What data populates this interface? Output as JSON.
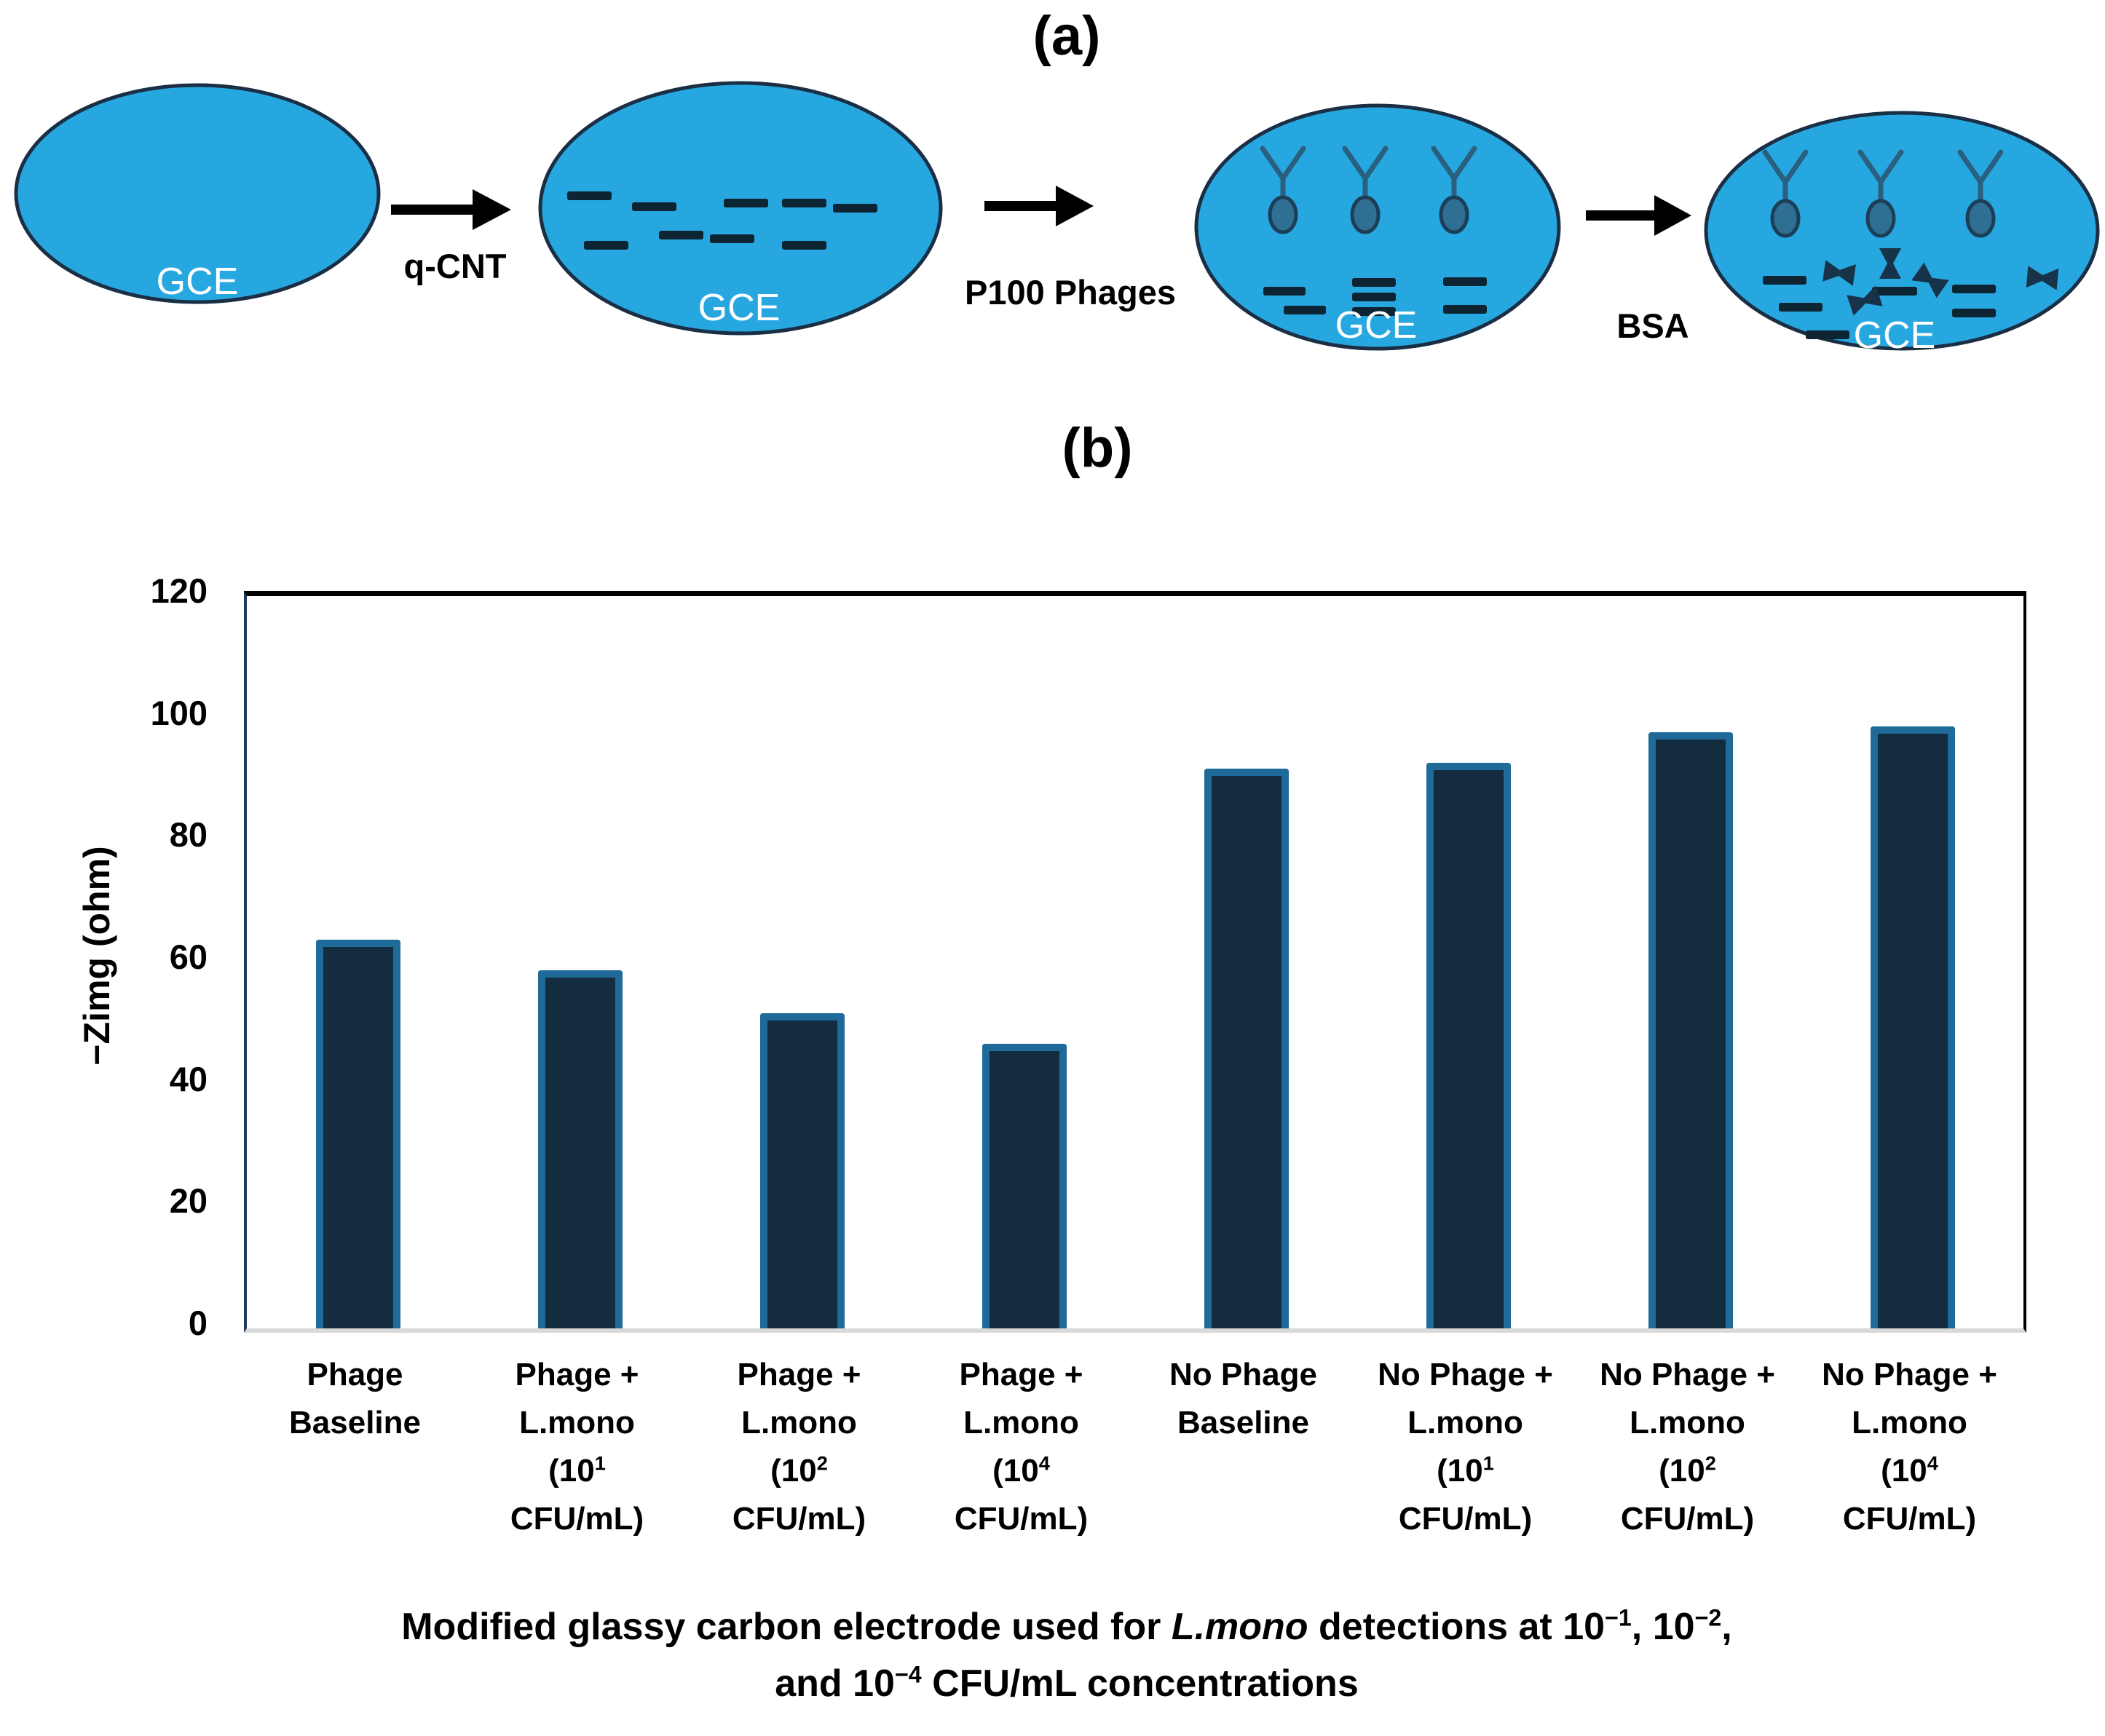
{
  "panel_a": {
    "label": "(a)",
    "stages": [
      {
        "electrode_label": "GCE",
        "decorations": "bare electrode"
      },
      {
        "electrode_label": "GCE",
        "decorations": "carbon nanotube dashes"
      },
      {
        "electrode_label": "GCE",
        "decorations": "phages and dashes"
      },
      {
        "electrode_label": "GCE",
        "decorations": "phages, dashes and BSA molecules"
      }
    ],
    "arrows": [
      {
        "label": "q-CNT"
      },
      {
        "label": "P100 Phages"
      },
      {
        "label": "BSA"
      }
    ]
  },
  "panel_b": {
    "label": "(b)"
  },
  "chart_data": {
    "type": "bar",
    "title": "",
    "xlabel": "",
    "ylabel": "−Zimg (ohm)",
    "ylim": [
      0,
      120
    ],
    "yticks": [
      0,
      20,
      40,
      60,
      80,
      100,
      120
    ],
    "grid": false,
    "legend": false,
    "categories": [
      "Phage Baseline",
      "Phage + L.mono (10¹ CFU/mL)",
      "Phage + L.mono (10² CFU/mL)",
      "Phage + L.mono (10⁴ CFU/mL)",
      "No Phage Baseline",
      "No Phage + L.mono (10¹ CFU/mL)",
      "No Phage + L.mono (10² CFU/mL)",
      "No Phage + L.mono (10⁴ CFU/mL)"
    ],
    "values": [
      62.5,
      57.5,
      50.5,
      45.5,
      90.5,
      91.5,
      96.5,
      97.5
    ],
    "categories_display": [
      {
        "lines": [
          [
            {
              "t": "Phage"
            }
          ],
          [
            {
              "t": "Baseline"
            }
          ]
        ]
      },
      {
        "lines": [
          [
            {
              "t": "Phage +"
            }
          ],
          [
            {
              "t": "L.mono"
            }
          ],
          [
            {
              "t": "(10"
            },
            {
              "sup": "1"
            }
          ],
          [
            {
              "t": "CFU/mL)"
            }
          ]
        ]
      },
      {
        "lines": [
          [
            {
              "t": "Phage +"
            }
          ],
          [
            {
              "t": "L.mono"
            }
          ],
          [
            {
              "t": "(10"
            },
            {
              "sup": "2"
            }
          ],
          [
            {
              "t": "CFU/mL)"
            }
          ]
        ]
      },
      {
        "lines": [
          [
            {
              "t": "Phage +"
            }
          ],
          [
            {
              "t": "L.mono"
            }
          ],
          [
            {
              "t": "(10"
            },
            {
              "sup": "4"
            }
          ],
          [
            {
              "t": "CFU/mL)"
            }
          ]
        ]
      },
      {
        "lines": [
          [
            {
              "t": "No Phage"
            }
          ],
          [
            {
              "t": "Baseline"
            }
          ]
        ]
      },
      {
        "lines": [
          [
            {
              "t": "No Phage +"
            }
          ],
          [
            {
              "t": "L.mono"
            }
          ],
          [
            {
              "t": "(10"
            },
            {
              "sup": "1"
            }
          ],
          [
            {
              "t": "CFU/mL)"
            }
          ]
        ]
      },
      {
        "lines": [
          [
            {
              "t": "No Phage +"
            }
          ],
          [
            {
              "t": "L.mono"
            }
          ],
          [
            {
              "t": "(10"
            },
            {
              "sup": "2"
            }
          ],
          [
            {
              "t": "CFU/mL)"
            }
          ]
        ]
      },
      {
        "lines": [
          [
            {
              "t": "No Phage +"
            }
          ],
          [
            {
              "t": "L.mono"
            }
          ],
          [
            {
              "t": "(10"
            },
            {
              "sup": "4"
            }
          ],
          [
            {
              "t": "CFU/mL)"
            }
          ]
        ]
      }
    ],
    "bar_fill": "#132C40",
    "bar_border": "#1F6A99",
    "baseline_color": "#D9D9D9",
    "axis_color": "#203864"
  },
  "caption": {
    "text": "Modified glassy carbon electrode used for L.mono detections at 10⁻¹, 10⁻², and 10⁻⁴ CFU/mL concentrations",
    "segments": [
      {
        "t": "Modified glassy carbon electrode used for "
      },
      {
        "t": "L.mono",
        "i": true
      },
      {
        "t": " detections at 10"
      },
      {
        "sup": "−1"
      },
      {
        "t": ", 10"
      },
      {
        "sup": "−2"
      },
      {
        "t": ","
      },
      {
        "br": true
      },
      {
        "t": "and 10"
      },
      {
        "sup": "−4"
      },
      {
        "t": " CFU/mL concentrations"
      }
    ]
  },
  "colors": {
    "electrode_fill": "#27A7E0",
    "electrode_stroke": "#1A2E44",
    "phage_fill": "#2F6F93",
    "phage_stroke": "#1C3E57",
    "cnt_dash": "#0D2433",
    "bsa_molecule": "#163349",
    "bar_fill": "#132C40",
    "bar_border": "#1F6A99",
    "text": "#000000",
    "gce_text": "#FFFFFF"
  }
}
